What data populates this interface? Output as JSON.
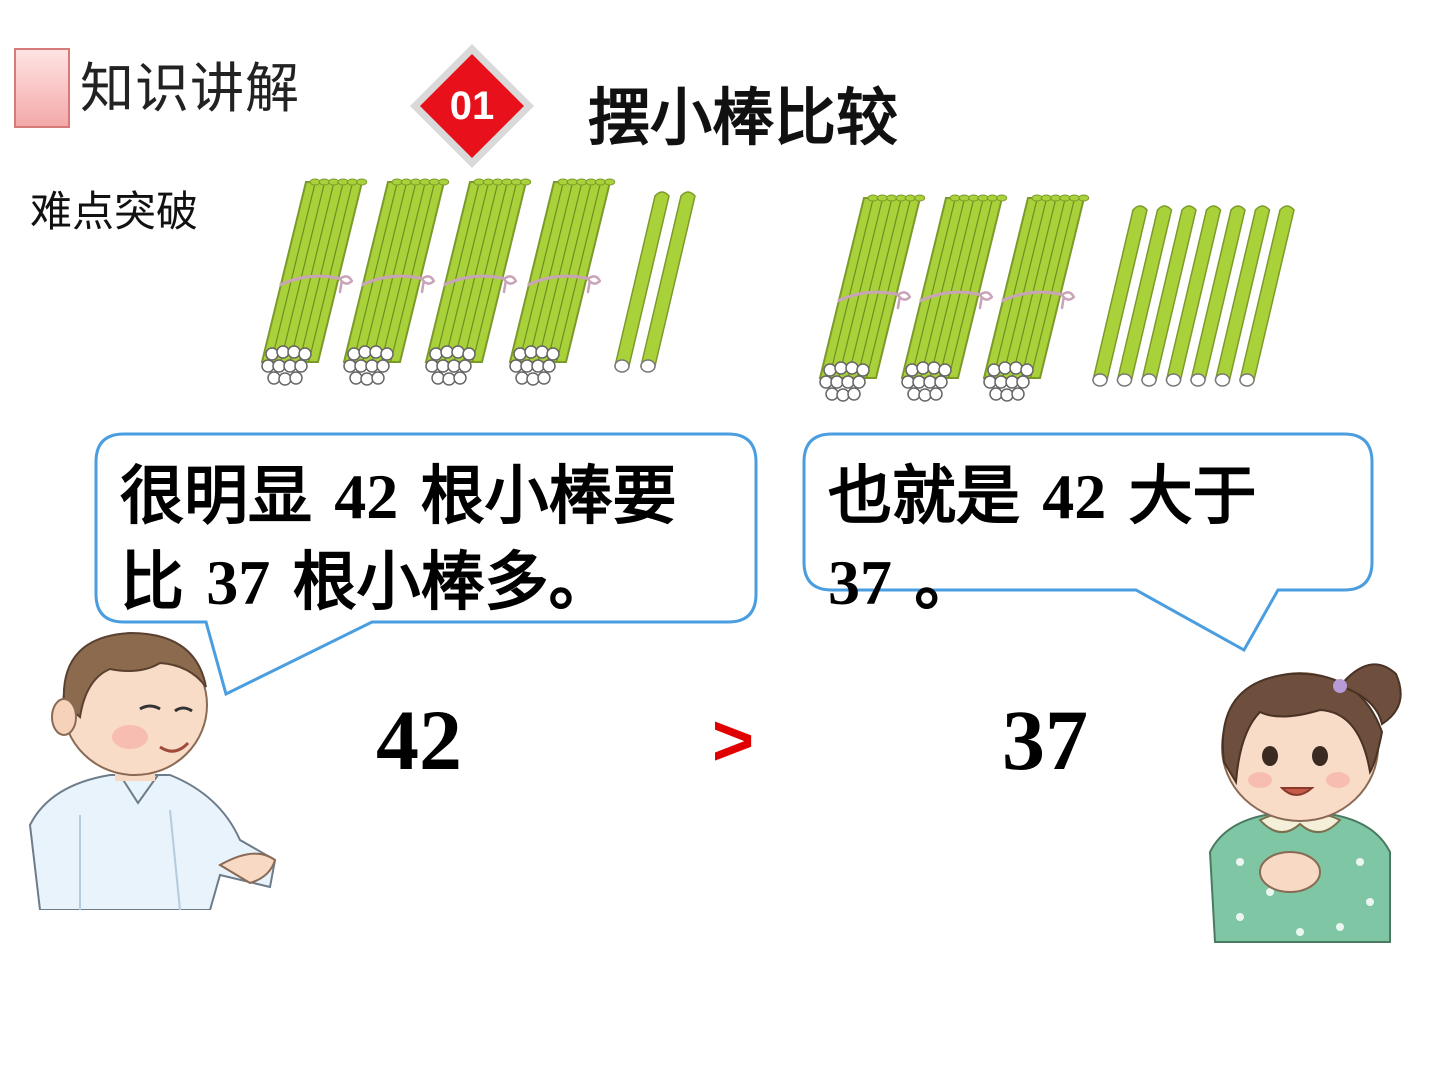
{
  "header": {
    "section_title": "知识讲解",
    "sub_title": "难点突破",
    "badge_number": "01",
    "lesson_title": "摆小棒比较"
  },
  "bubbles": {
    "left": {
      "line1_a": "很明显 ",
      "line1_num": "42",
      "line1_b": " 根小棒要",
      "line2_a": "比 ",
      "line2_num": "37",
      "line2_b": " 根小棒多。"
    },
    "right": {
      "line1_a": "也就是 ",
      "line1_num": "42",
      "line1_b": " 大于",
      "line2_num": "37",
      "line2_b": " 。"
    }
  },
  "comparison": {
    "left_value": "42",
    "sign": ">",
    "right_value": "37"
  },
  "groups": {
    "left": {
      "bundles": 4,
      "singles": 2
    },
    "right": {
      "bundles": 3,
      "singles": 7
    }
  },
  "colors": {
    "stick": "#a9d13a",
    "badge": "#e8101a",
    "bubble_border": "#4a9ee0",
    "sign": "#e00000"
  }
}
